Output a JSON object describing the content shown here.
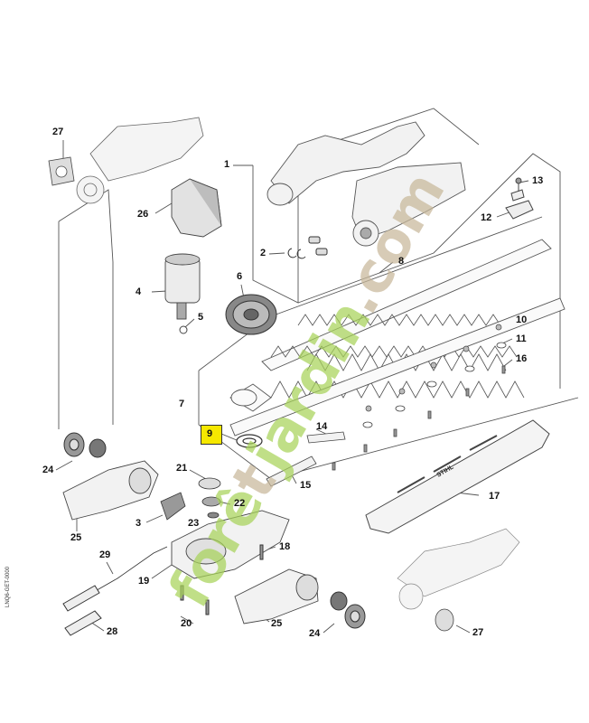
{
  "diagram": {
    "ref_code": "LNQ6-GET-0000",
    "highlighted_part": "9",
    "highlight_color": "#f6e800",
    "watermark_color": "#a8d35a",
    "watermark_color_2": "#c8b89a",
    "watermark": {
      "part1": "forê",
      "part2": "t",
      "part3": "jardin",
      "part4": ".com"
    },
    "product_brand_mark": "STIHL",
    "callouts": [
      "27",
      "1",
      "26",
      "13",
      "12",
      "2",
      "4",
      "5",
      "6",
      "8",
      "10",
      "11",
      "16",
      "7",
      "9",
      "14",
      "24",
      "21",
      "22",
      "3",
      "23",
      "15",
      "17",
      "29",
      "18",
      "19",
      "25",
      "20",
      "28",
      "24",
      "27",
      "25"
    ]
  }
}
